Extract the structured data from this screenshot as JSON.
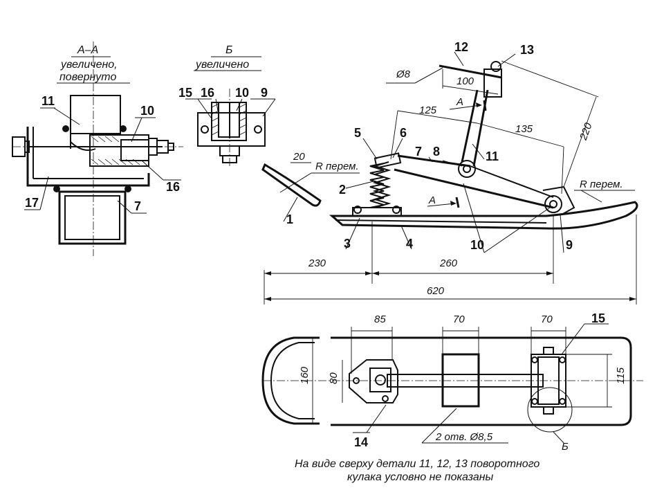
{
  "section_aa": {
    "title": "А–А",
    "line1": "увеличено,",
    "line2": "повернуто",
    "labels": [
      "11",
      "10",
      "16",
      "17",
      "7"
    ]
  },
  "section_b": {
    "title": "Б",
    "line1": "увеличено",
    "labels": [
      "15",
      "16",
      "10",
      "9"
    ]
  },
  "side_view": {
    "part_labels": [
      "1",
      "2",
      "3",
      "4",
      "5",
      "6",
      "7",
      "8",
      "9",
      "10",
      "11",
      "12",
      "13"
    ],
    "dims": {
      "d8": "Ø8",
      "d100": "100",
      "d125": "125",
      "d135": "135",
      "d220": "220",
      "d20": "20",
      "r_left": "R перем.",
      "r_right": "R перем.",
      "d230": "230",
      "d260": "260",
      "d620": "620",
      "sect_a_top": "А",
      "sect_a_bottom": "А"
    }
  },
  "top_view": {
    "dims": {
      "d85": "85",
      "d70a": "70",
      "d70b": "70",
      "d160": "160",
      "d80": "80",
      "d115": "115",
      "holes": "2 отв. Ø8,5",
      "view_b": "Б"
    },
    "part_labels": [
      "14",
      "15"
    ]
  },
  "footnote": {
    "line1": "На виде сверху детали 11, 12, 13 поворотного",
    "line2": "кулака  условно не показаны"
  }
}
